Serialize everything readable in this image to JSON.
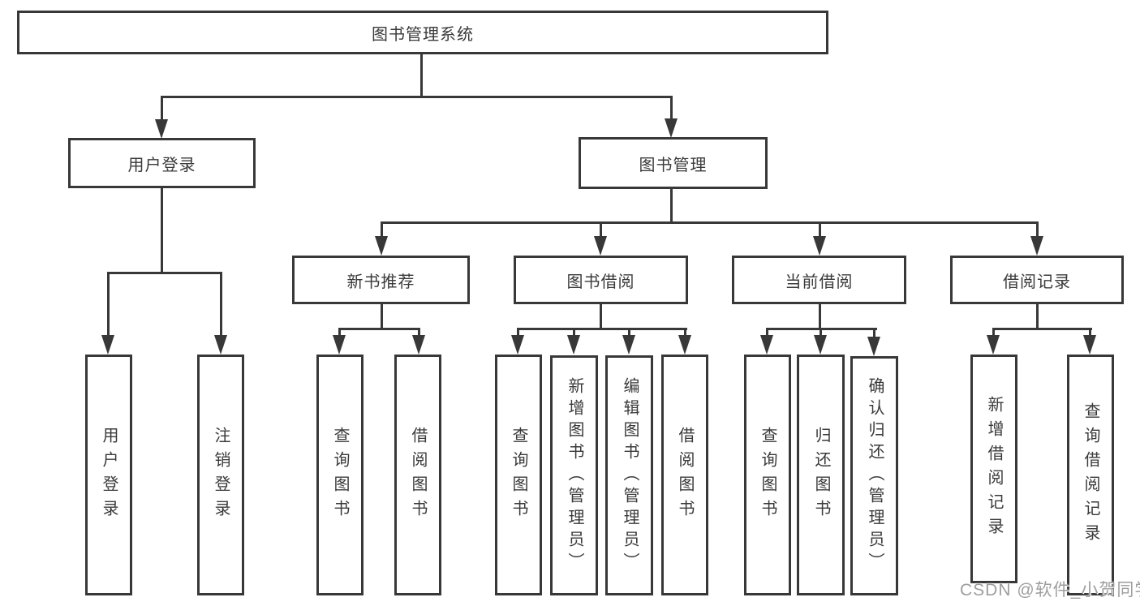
{
  "colors": {
    "line": "#383838",
    "box_background": "#ffffff",
    "watermark": "#9e9e9e"
  },
  "tree": {
    "root": "图书管理系统",
    "branches": [
      {
        "label": "用户登录",
        "children": [
          "用户登录",
          "注销登录"
        ]
      },
      {
        "label": "图书管理",
        "children": [
          {
            "label": "新书推荐",
            "children": [
              "查询图书",
              "借阅图书"
            ]
          },
          {
            "label": "图书借阅",
            "children": [
              "查询图书",
              "新增图书（管理员）",
              "编辑图书（管理员）",
              "借阅图书"
            ]
          },
          {
            "label": "当前借阅",
            "children": [
              "查询图书",
              "归还图书",
              "确认归还（管理员）"
            ]
          },
          {
            "label": "借阅记录",
            "children": [
              "新增借阅记录",
              "查询借阅记录"
            ]
          }
        ]
      }
    ]
  },
  "watermark": "CSDN @软件_小贺同学"
}
